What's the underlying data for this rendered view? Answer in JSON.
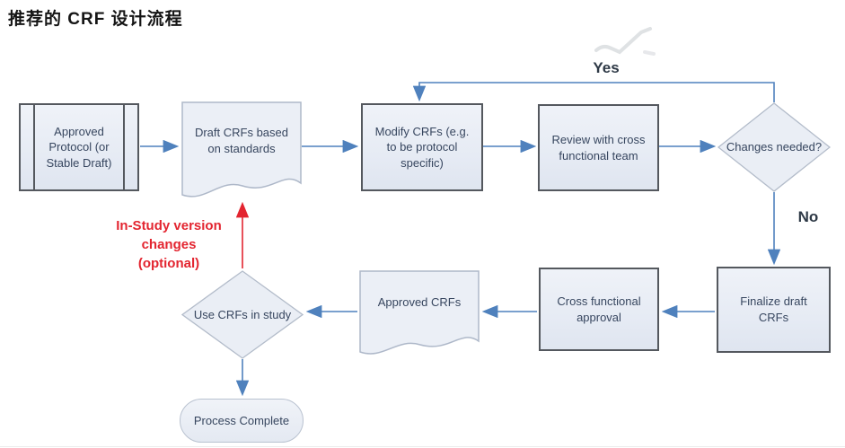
{
  "title": "推荐的 CRF 设计流程",
  "nodes": {
    "approved_protocol": {
      "label": "Approved Protocol (or Stable Draft)",
      "shape": "predefined-process"
    },
    "draft_crfs": {
      "label": "Draft CRFs based on standards",
      "shape": "document"
    },
    "modify_crfs": {
      "label": "Modify CRFs (e.g. to be protocol specific)",
      "shape": "process"
    },
    "review_team": {
      "label": "Review with cross functional team",
      "shape": "process"
    },
    "changes_needed": {
      "label": "Changes needed?",
      "shape": "decision"
    },
    "finalize_crfs": {
      "label": "Finalize draft CRFs",
      "shape": "process"
    },
    "cross_approval": {
      "label": "Cross functional approval",
      "shape": "process"
    },
    "approved_crfs": {
      "label": "Approved CRFs",
      "shape": "document"
    },
    "use_crfs": {
      "label": "Use CRFs in study",
      "shape": "decision"
    },
    "process_complete": {
      "label": "Process Complete",
      "shape": "terminator"
    }
  },
  "edge_labels": {
    "yes": "Yes",
    "no": "No"
  },
  "annotation": {
    "full_text": "In-Study version changes (optional)",
    "line1": "In-Study version",
    "line2": "changes",
    "line3": "(optional)"
  },
  "colors": {
    "connector_blue": "#4f81bd",
    "annotation_red": "#e32530",
    "node_fill": "#e9edf5",
    "process_border": "#54585e",
    "soft_border": "#aeb8c9",
    "node_text": "#37465f"
  }
}
